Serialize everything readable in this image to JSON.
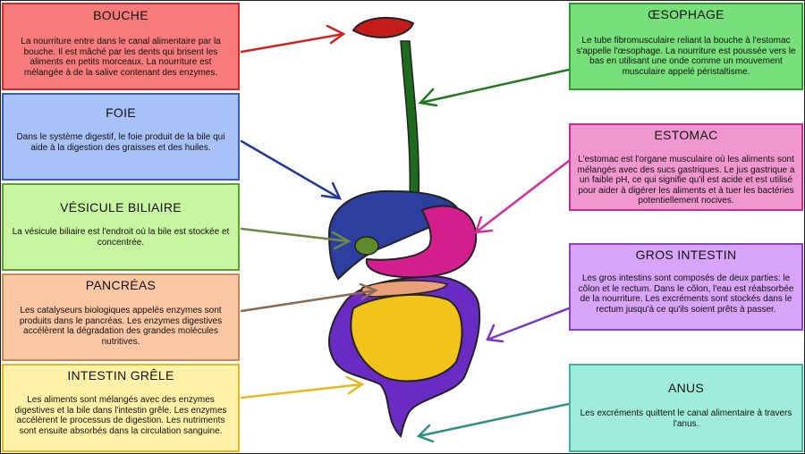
{
  "colors": {
    "bouche": "#f87b7b",
    "foie": "#a8c1f7",
    "vesicule": "#c8f5a0",
    "pancreas": "#fbc6a4",
    "intestin_grele": "#fff2a8",
    "oesophage": "#77e07a",
    "estomac": "#f097cf",
    "gros_intestin": "#d7a4f7",
    "anus": "#9fecdd"
  },
  "labels": {
    "bouche": {
      "title": "BOUCHE",
      "text": "La nourriture entre dans le canal alimentaire par la bouche. Il est mâché par les dents qui brisent les aliments en petits morceaux. La nourriture est mélangée à de la salive contenant des enzymes."
    },
    "foie": {
      "title": "FOIE",
      "text": "Dans le système digestif, le foie produit de la bile qui aide à la digestion des graisses et des huiles."
    },
    "vesicule": {
      "title": "VÉSICULE BILIAIRE",
      "text": "La vésicule biliaire est l'endroit où la bile est stockée et concentrée."
    },
    "pancreas": {
      "title": "PANCRÉAS",
      "text": "Les catalyseurs biologiques appelés enzymes sont produits dans le pancréas. Les enzymes digestives accélèrent la dégradation des grandes molécules nutritives."
    },
    "intestin_grele": {
      "title": "INTESTIN GRÊLE",
      "text": "Les aliments sont mélangés avec des enzymes digestives et la bile dans l'intestin grêle. Les enzymes accélèrent le processus de digestion. Les nutriments sont ensuite absorbés dans la circulation sanguine."
    },
    "oesophage": {
      "title": "ŒSOPHAGE",
      "text": "Le tube fibromusculaire reliant la bouche à l'estomac s'appelle l'œsophage. La nourriture est poussée vers le bas en utilisant une onde comme un mouvement musculaire appelé péristaltisme."
    },
    "estomac": {
      "title": "ESTOMAC",
      "text": "L'estomac est l'organe musculaire où les aliments sont mélangés avec des sucs gastriques. Le jus gastrique a un faible pH, ce qui signifie qu'il est acide et est utilisé pour aider à digérer les aliments et à tuer les bactéries potentiellement nocives."
    },
    "gros_intestin": {
      "title": "GROS INTESTIN",
      "text": "Les gros intestins sont composés de deux parties: le côlon et le rectum. Dans le côlon, l'eau est réabsorbée de la nourriture. Les excréments sont stockés dans le rectum jusqu'à ce qu'ils soient prêts à passer."
    },
    "anus": {
      "title": "ANUS",
      "text": "Les excréments quittent le canal alimentaire à travers l'anus."
    }
  }
}
